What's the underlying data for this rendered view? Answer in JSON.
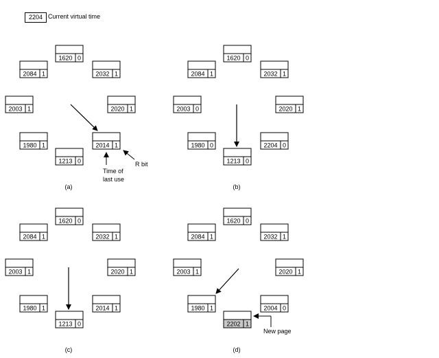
{
  "legend": {
    "time": "2204",
    "label": "Current virtual time"
  },
  "panels": [
    {
      "label": "(a)",
      "pages": [
        {
          "time": "1620",
          "r": "0",
          "highlight": false
        },
        {
          "time": "2032",
          "r": "1",
          "highlight": false
        },
        {
          "time": "2020",
          "r": "1",
          "highlight": false
        },
        {
          "time": "2014",
          "r": "1",
          "highlight": false
        },
        {
          "time": "1213",
          "r": "0",
          "highlight": false
        },
        {
          "time": "1980",
          "r": "1",
          "highlight": false
        },
        {
          "time": "2003",
          "r": "1",
          "highlight": false
        },
        {
          "time": "2084",
          "r": "1",
          "highlight": false
        }
      ],
      "pointer_to": 3,
      "annotations": {
        "time_label_1": "Time of",
        "time_label_2": "last use",
        "rbit_label": "R bit"
      }
    },
    {
      "label": "(b)",
      "pages": [
        {
          "time": "1620",
          "r": "0",
          "highlight": false
        },
        {
          "time": "2032",
          "r": "1",
          "highlight": false
        },
        {
          "time": "2020",
          "r": "1",
          "highlight": false
        },
        {
          "time": "2204",
          "r": "0",
          "highlight": false
        },
        {
          "time": "1213",
          "r": "0",
          "highlight": false
        },
        {
          "time": "1980",
          "r": "0",
          "highlight": false
        },
        {
          "time": "2003",
          "r": "0",
          "highlight": false
        },
        {
          "time": "2084",
          "r": "1",
          "highlight": false
        }
      ],
      "pointer_to": 4
    },
    {
      "label": "(c)",
      "pages": [
        {
          "time": "1620",
          "r": "0",
          "highlight": false
        },
        {
          "time": "2032",
          "r": "1",
          "highlight": false
        },
        {
          "time": "2020",
          "r": "1",
          "highlight": false
        },
        {
          "time": "2014",
          "r": "1",
          "highlight": false
        },
        {
          "time": "1213",
          "r": "0",
          "highlight": false
        },
        {
          "time": "1980",
          "r": "1",
          "highlight": false
        },
        {
          "time": "2003",
          "r": "1",
          "highlight": false
        },
        {
          "time": "2084",
          "r": "1",
          "highlight": false
        }
      ],
      "pointer_to": 4
    },
    {
      "label": "(d)",
      "pages": [
        {
          "time": "1620",
          "r": "0",
          "highlight": false
        },
        {
          "time": "2032",
          "r": "1",
          "highlight": false
        },
        {
          "time": "2020",
          "r": "1",
          "highlight": false
        },
        {
          "time": "2004",
          "r": "0",
          "highlight": false
        },
        {
          "time": "2202",
          "r": "1",
          "highlight": true
        },
        {
          "time": "1980",
          "r": "1",
          "highlight": false
        },
        {
          "time": "2003",
          "r": "1",
          "highlight": false
        },
        {
          "time": "2084",
          "r": "1",
          "highlight": false
        }
      ],
      "pointer_to": 5,
      "annotations": {
        "new_page_label": "New page"
      }
    }
  ],
  "colors": {
    "stroke": "#000000",
    "highlight_fill": "#c8c8c8",
    "page_fill": "#ffffff"
  }
}
